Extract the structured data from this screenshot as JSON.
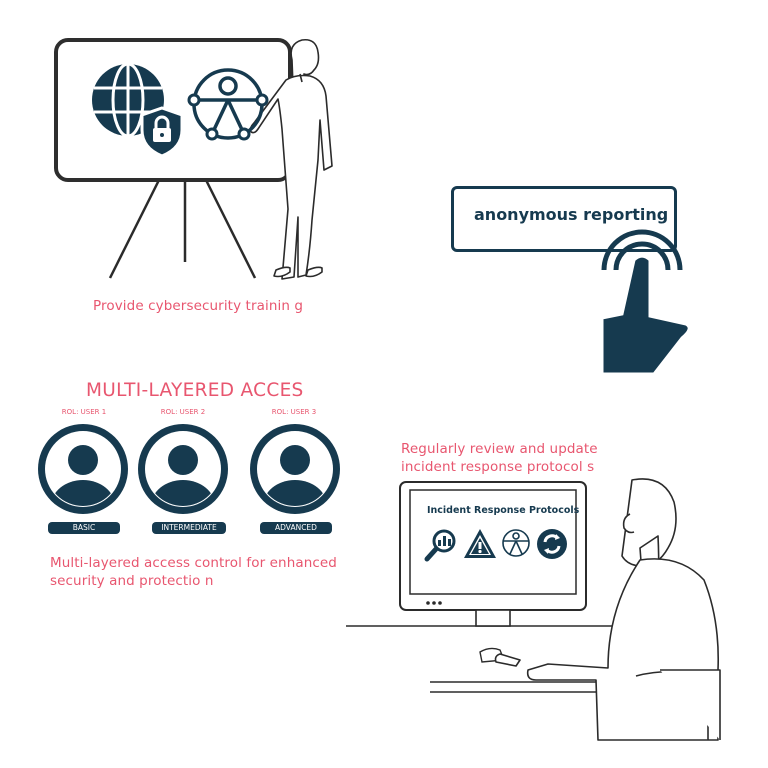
{
  "training": {
    "caption": "Provide cybersecurity trainin g"
  },
  "reporting": {
    "button_label": "anonymous reporting"
  },
  "access": {
    "title": "MULTI-LAYERED ACCES",
    "users": [
      {
        "role": "ROL: USER 1",
        "level": "BASIC"
      },
      {
        "role": "ROL: USER 2",
        "level": "INTERMEDIATE"
      },
      {
        "role": "ROL: USER 3",
        "level": "ADVANCED"
      }
    ],
    "caption_line1": "Multi-layered access control for enhanced",
    "caption_line2": "security and protectio n"
  },
  "incident": {
    "caption_line1": "Regularly review and update",
    "caption_line2": "incident response protocol s",
    "screen_title": "Incident Response Protocols"
  },
  "colors": {
    "navy": "#163a4f",
    "accent": "#e8566f"
  },
  "icons": [
    "globe-icon",
    "lock-shield-icon",
    "accessibility-icon",
    "hand-click-icon",
    "user-avatar-icon",
    "magnifier-chart-icon",
    "warning-icon",
    "refresh-icon"
  ]
}
